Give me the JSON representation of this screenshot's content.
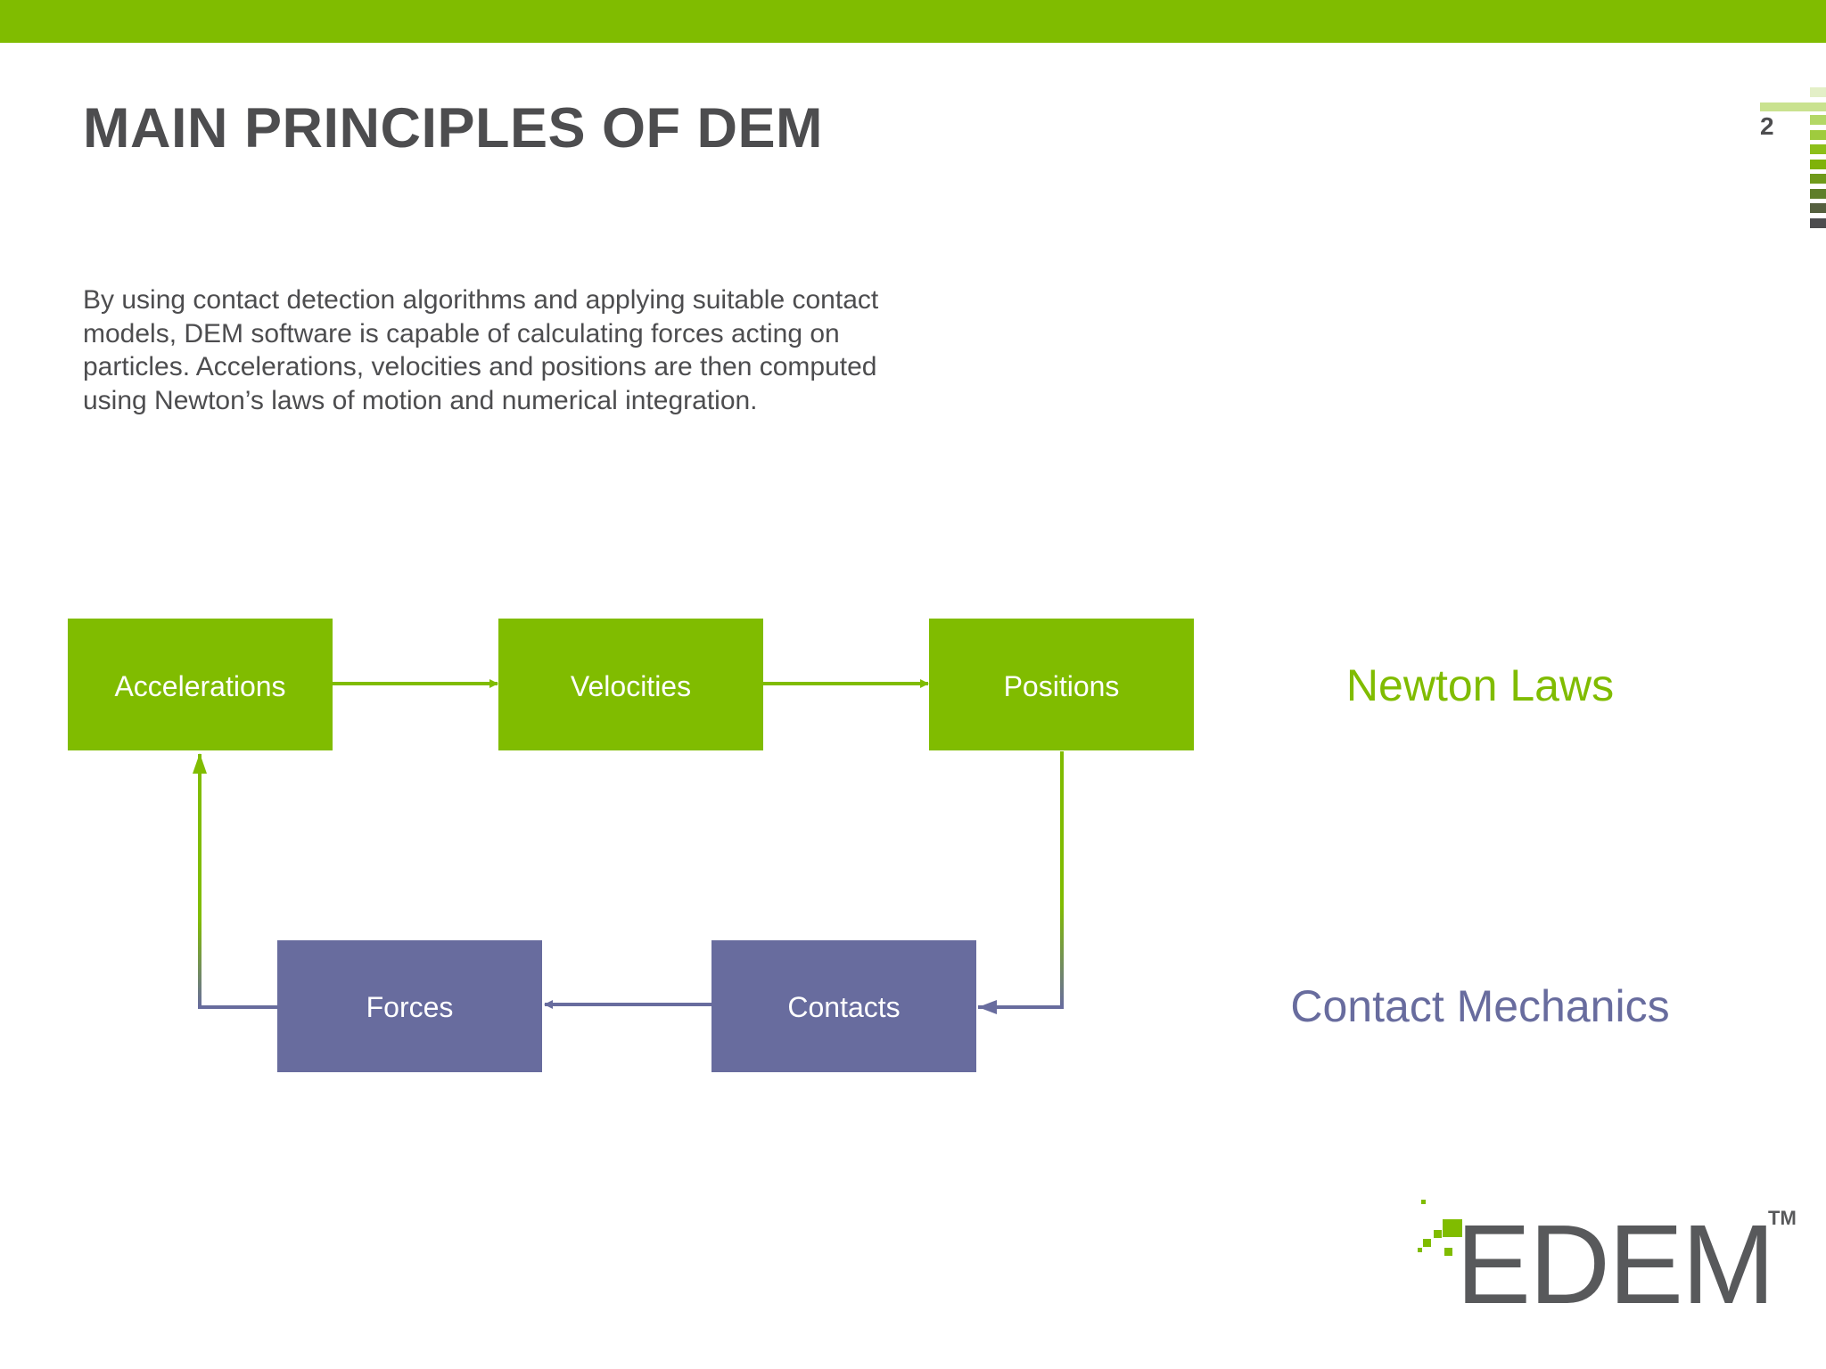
{
  "colors": {
    "accent_green": "#80bc00",
    "accent_purple": "#686c9e",
    "text_dark": "#4d4d4f"
  },
  "slide": {
    "title": "MAIN PRINCIPLES OF DEM",
    "page_number": "2",
    "body": "By using contact detection algorithms and applying suitable contact models, DEM software is capable of calculating forces acting on particles. Accelerations, velocities and positions are then computed using Newton’s laws of motion and numerical integration."
  },
  "diagram": {
    "nodes": [
      {
        "id": "accelerations",
        "label": "Accelerations",
        "group": "newton"
      },
      {
        "id": "velocities",
        "label": "Velocities",
        "group": "newton"
      },
      {
        "id": "positions",
        "label": "Positions",
        "group": "newton"
      },
      {
        "id": "contacts",
        "label": "Contacts",
        "group": "contact"
      },
      {
        "id": "forces",
        "label": "Forces",
        "group": "contact"
      }
    ],
    "edges": [
      {
        "from": "accelerations",
        "to": "velocities"
      },
      {
        "from": "velocities",
        "to": "positions"
      },
      {
        "from": "positions",
        "to": "contacts"
      },
      {
        "from": "contacts",
        "to": "forces"
      },
      {
        "from": "forces",
        "to": "accelerations"
      }
    ],
    "groups": {
      "newton": {
        "label": "Newton Laws",
        "color": "#80bc00"
      },
      "contact": {
        "label": "Contact Mechanics",
        "color": "#686c9e"
      }
    }
  },
  "logo": {
    "wordmark": "EDEM",
    "trademark": "TM"
  }
}
